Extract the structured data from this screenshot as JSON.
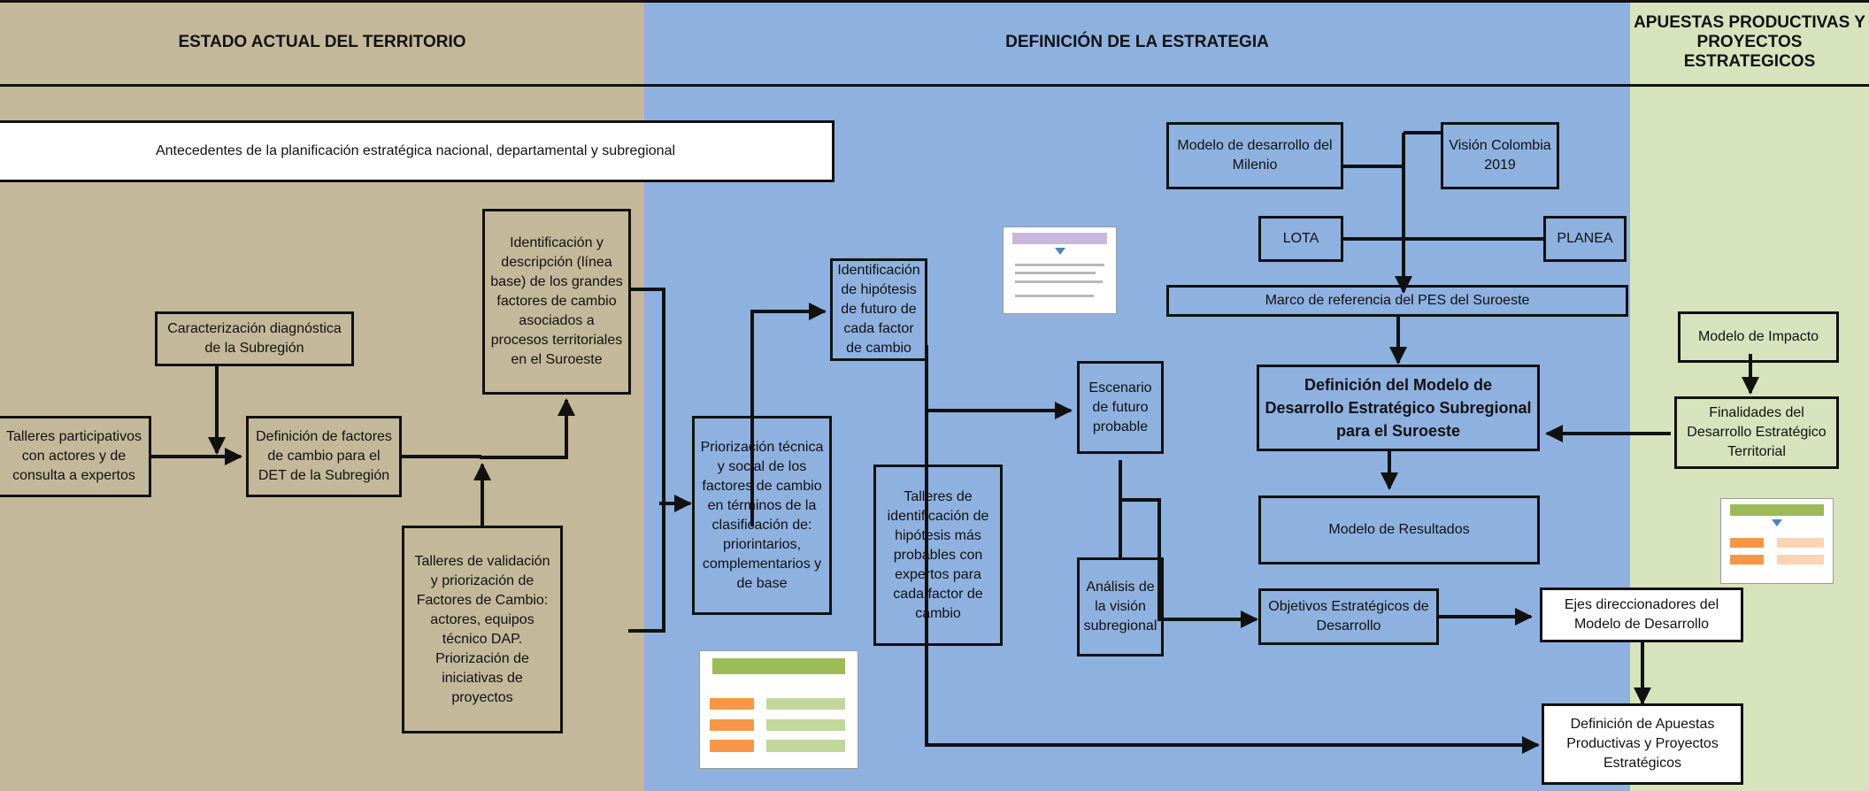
{
  "headers": {
    "estado": "ESTADO ACTUAL DEL TERRITORIO",
    "definicion": "DEFINICIÓN DE LA ESTRATEGIA",
    "apuestas": "APUESTAS PRODUCTIVAS Y PROYECTOS ESTRATEGICOS"
  },
  "boxes": {
    "antecedentes": "Antecedentes de la planificación estratégica nacional, departamental y subregional",
    "caracterizacion": "Caracterización diagnóstica de la Subregión",
    "talleres_participativos": "Talleres participativos con actores y de consulta a expertos",
    "definicion_factores": "Definición de factores de cambio para el DET de la Subregión",
    "identificacion_descripcion": "Identificación y descripción (línea base) de los grandes factores de cambio asociados a procesos territoriales en el Suroeste",
    "talleres_validacion": "Talleres de validación y priorización de Factores de Cambio: actores, equipos técnico DAP. Priorización de iniciativas de proyectos",
    "priorizacion_tecnica": "Priorización técnica y social de los factores de cambio en términos de la clasificación de: priorintarios, complementarios y de base",
    "identificacion_hipotesis": "Identificación de hipótesis de futuro de cada factor de cambio",
    "talleres_identificacion": "Talleres de identificación de hipótesis más probables con expertos para cada factor de cambio",
    "escenario_futuro": "Escenario de futuro probable",
    "analisis_vision": "Análisis de la visión subregional",
    "modelo_milenio": "Modelo de desarrollo del Milenio",
    "vision_colombia": "Visión Colombia 2019",
    "lota": "LOTA",
    "planea": "PLANEA",
    "marco_referencia": "Marco de referencia del PES del Suroeste",
    "definicion_modelo": "Definición del Modelo de Desarrollo Estratégico Subregional para el Suroeste",
    "modelo_resultados": "Modelo de Resultados",
    "objetivos_estrategicos": "Objetivos Estratégicos de Desarrollo",
    "modelo_impacto": "Modelo de Impacto",
    "finalidades": "Finalidades del Desarrollo Estratégico Territorial",
    "ejes_direccionadores": "Ejes direccionadores del Modelo de Desarrollo",
    "definicion_apuestas": "Definición de Apuestas Productivas y Proyectos Estratégicos"
  },
  "colors": {
    "estado_band": "#c4b89a",
    "definicion_band": "#8eb1e0",
    "apuestas_band": "#d7e3bc",
    "connector": "#111111"
  }
}
